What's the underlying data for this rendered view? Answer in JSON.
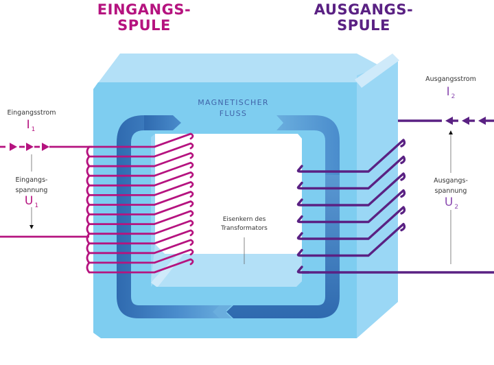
{
  "titles": {
    "input_coil": [
      "EINGANGS-",
      "SPULE"
    ],
    "output_coil": [
      "AUSGANGS-",
      "SPULE"
    ]
  },
  "labels": {
    "input_current": "Eingangsstrom",
    "input_current_symbol": "I",
    "input_current_index": "1",
    "input_voltage": [
      "Eingangs-",
      "spannung"
    ],
    "input_voltage_symbol": "U",
    "input_voltage_index": "1",
    "output_current": "Ausgangsstrom",
    "output_current_symbol": "I",
    "output_current_index": "2",
    "output_voltage": [
      "Ausgangs-",
      "spannung"
    ],
    "output_voltage_symbol": "U",
    "output_voltage_index": "2",
    "magnetic_flux": [
      "MAGNETISCHER",
      "FLUSS"
    ],
    "iron_core": [
      "Eisenkern des",
      "Transformators"
    ]
  },
  "coils": {
    "input_turns": 14,
    "output_turns": 7
  },
  "colors": {
    "input": "#b5137f",
    "output": "#5a2183",
    "core_front": "#7ecdf0",
    "core_top": "#b3e0f7",
    "core_side": "#9ad7f5",
    "flux": "#2f6aaf"
  },
  "icons": {
    "input_current_arrows": "arrow-right-triangles",
    "output_current_arrows": "arrow-left-triangles",
    "flux_arrows": "chevron-arrow"
  }
}
